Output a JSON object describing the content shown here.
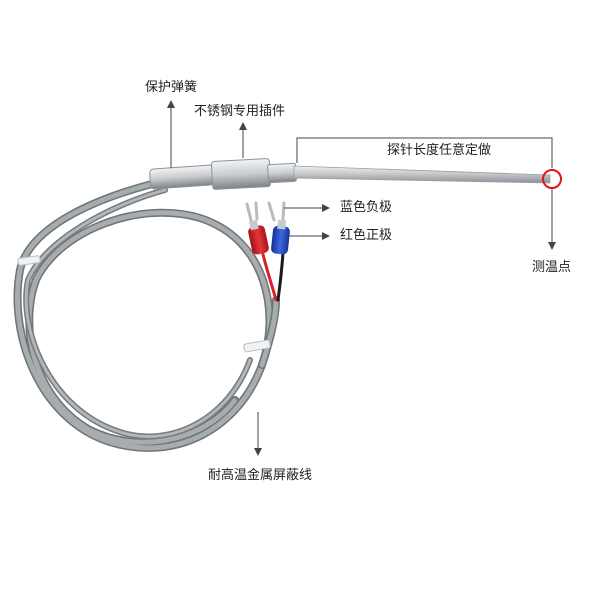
{
  "labels": {
    "protective_spring": "保护弹簧",
    "stainless_plug": "不锈钢专用插件",
    "probe_length": "探针长度任意定做",
    "blue_negative": "蓝色负极",
    "red_positive": "红色正极",
    "measuring_point": "测温点",
    "shielded_wire": "耐高温金属屏蔽线"
  },
  "colors": {
    "annotation_line": "#444444",
    "measure_circle": "#e0131e",
    "terminal_red": "#d81d25",
    "terminal_blue": "#2149c9",
    "cable_steel": "#8d9296",
    "probe_steel": "#c2c6c9"
  }
}
